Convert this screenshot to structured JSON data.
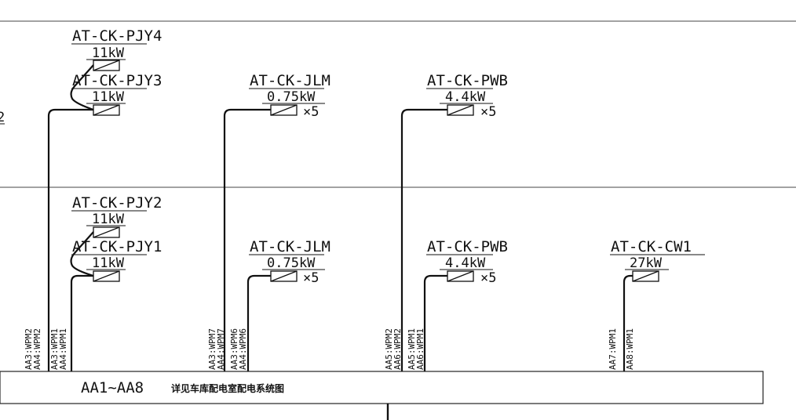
{
  "stray_char": "2",
  "floors": {
    "upper": {
      "pjy4": {
        "name": "AT-CK-PJY4",
        "power": "11kW"
      },
      "pjy3": {
        "name": "AT-CK-PJY3",
        "power": "11kW"
      },
      "jlm": {
        "name": "AT-CK-JLM",
        "power": "0.75kW",
        "qty": "×5"
      },
      "pwb": {
        "name": "AT-CK-PWB",
        "power": "4.4kW",
        "qty": "×5"
      }
    },
    "lower": {
      "pjy2": {
        "name": "AT-CK-PJY2",
        "power": "11kW"
      },
      "pjy1": {
        "name": "AT-CK-PJY1",
        "power": "11kW"
      },
      "jlm": {
        "name": "AT-CK-JLM",
        "power": "0.75kW",
        "qty": "×5"
      },
      "pwb": {
        "name": "AT-CK-PWB",
        "power": "4.4kW",
        "qty": "×5"
      },
      "cw1": {
        "name": "AT-CK-CW1",
        "power": "27kW"
      }
    }
  },
  "feeders": {
    "g1": [
      "AA3:WPM2",
      "AA4:WPM2",
      "AA3:WPM1",
      "AA4:WPM1"
    ],
    "g2": [
      "AA3:WPM7",
      "AA4:WPM7",
      "AA3:WPM6",
      "AA4:WPM6"
    ],
    "g3": [
      "AA5:WPM2",
      "AA6:WPM2",
      "AA5:WPM1",
      "AA6:WPM1"
    ],
    "g4": [
      "AA7:WPM1",
      "AA8:WPM1"
    ]
  },
  "busbar": {
    "range": "AA1~AA8",
    "note": "详见车库配电室配电系统图"
  }
}
